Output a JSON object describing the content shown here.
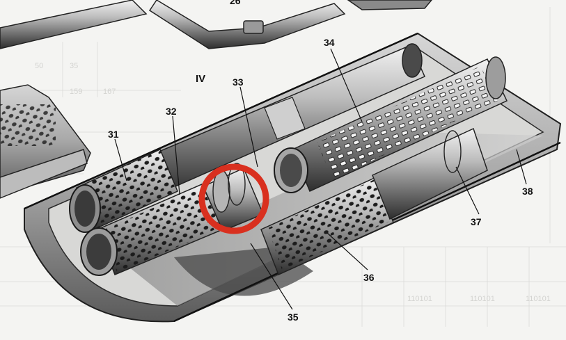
{
  "figure": {
    "section_label": "IV",
    "callouts": [
      {
        "id": "26",
        "label": "26"
      },
      {
        "id": "31",
        "label": "31"
      },
      {
        "id": "32",
        "label": "32"
      },
      {
        "id": "33",
        "label": "33"
      },
      {
        "id": "34",
        "label": "34"
      },
      {
        "id": "35",
        "label": "35"
      },
      {
        "id": "36",
        "label": "36"
      },
      {
        "id": "37",
        "label": "37"
      },
      {
        "id": "38",
        "label": "38"
      }
    ],
    "highlight": {
      "color": "#d9301f",
      "target": "33"
    },
    "background_table": {
      "faded_cells": [
        "50",
        "35",
        "159",
        "167",
        "110101",
        "110101",
        "110101"
      ]
    }
  }
}
